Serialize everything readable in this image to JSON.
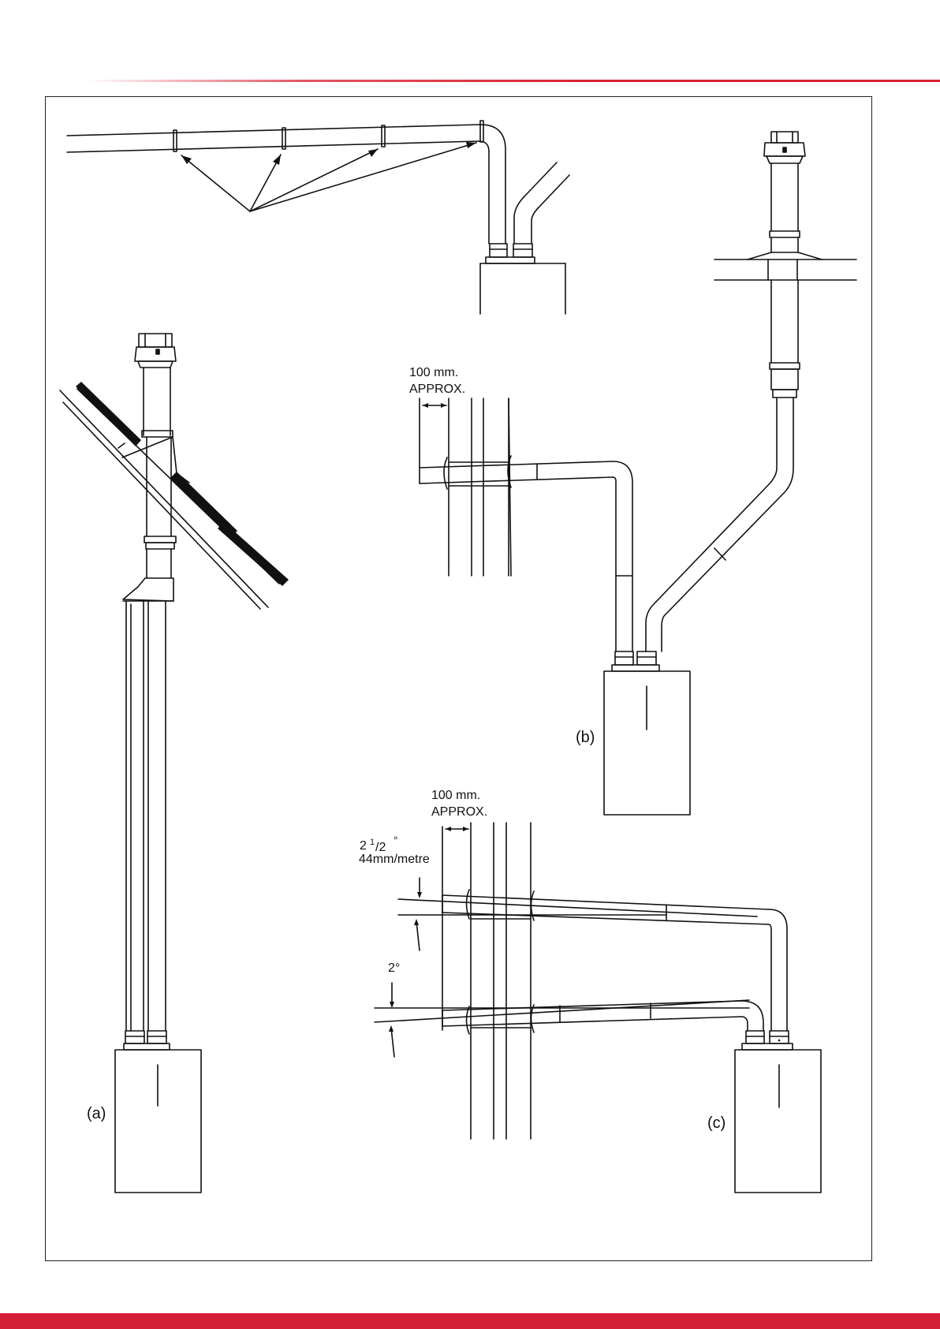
{
  "labels": {
    "diagram_a": "(a)",
    "diagram_b": "(b)",
    "diagram_c": "(c)",
    "dim_b_value": "100 mm.",
    "dim_b_approx": "APPROX.",
    "dim_c_value": "100 mm.",
    "dim_c_approx": "APPROX.",
    "angle_c_upper_whole": "2",
    "angle_c_upper_num": "1",
    "angle_c_upper_den": "/2",
    "angle_c_upper_deg": "°",
    "angle_c_upper_rate": "44mm/metre",
    "angle_c_lower": "2°"
  },
  "colors": {
    "accent": "#d81f2f",
    "line": "#111111"
  }
}
